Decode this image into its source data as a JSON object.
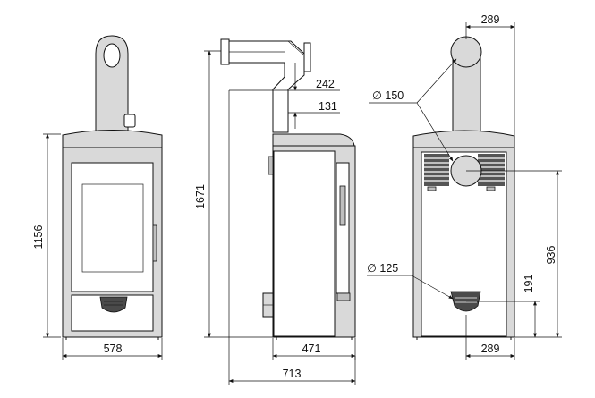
{
  "dimensions": {
    "front_height": "1156",
    "front_width": "578",
    "total_height": "1671",
    "flue_offset_top": "242",
    "flue_offset_bottom": "131",
    "side_depth": "471",
    "total_depth": "713",
    "flue_diameter": "∅ 150",
    "flue_offset_rear": "289",
    "air_inlet_diameter": "∅ 125",
    "flue_height": "936",
    "air_inlet_height": "191",
    "air_inlet_offset": "289"
  }
}
